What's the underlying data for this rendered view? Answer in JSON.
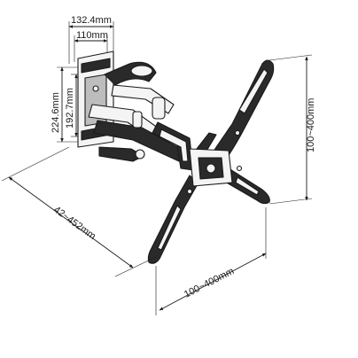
{
  "diagram": {
    "dimensions": {
      "bracket_outer_width": "132.4mm",
      "bracket_inner_width": "110mm",
      "bracket_outer_height": "224.6mm",
      "bracket_inner_height": "192.7mm",
      "extension": "42~452mm",
      "vesa_horizontal": "100~400mm",
      "vesa_vertical": "100~400mm"
    }
  }
}
